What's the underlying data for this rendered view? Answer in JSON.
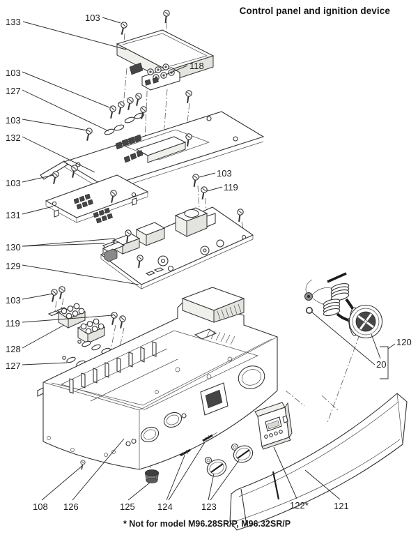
{
  "page": {
    "title": "Control panel and ignition device",
    "footnote": "* Not for model M96.28SR/P, M96.32SR/P"
  },
  "diagram": {
    "type": "exploded-parts-diagram",
    "colors": {
      "line": "#333333",
      "paper": "#ffffff",
      "text": "#1a1a1a"
    },
    "callouts": [
      {
        "label": "133"
      },
      {
        "label": "103"
      },
      {
        "label": "118"
      },
      {
        "label": "103"
      },
      {
        "label": "127"
      },
      {
        "label": "103"
      },
      {
        "label": "132"
      },
      {
        "label": "103"
      },
      {
        "label": "103"
      },
      {
        "label": "119"
      },
      {
        "label": "131"
      },
      {
        "label": "130"
      },
      {
        "label": "129"
      },
      {
        "label": "103"
      },
      {
        "label": "119"
      },
      {
        "label": "128"
      },
      {
        "label": "127"
      },
      {
        "label": "120"
      },
      {
        "label": "20"
      },
      {
        "label": "108"
      },
      {
        "label": "126"
      },
      {
        "label": "125"
      },
      {
        "label": "124"
      },
      {
        "label": "123"
      },
      {
        "label": "122*"
      },
      {
        "label": "121"
      }
    ]
  }
}
